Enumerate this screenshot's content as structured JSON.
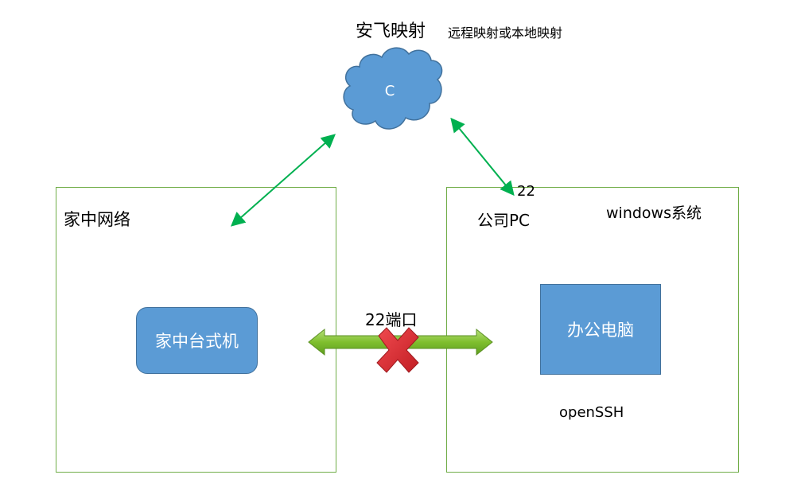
{
  "title": {
    "main": "安飞映射",
    "sub": "远程映射或本地映射"
  },
  "cloud": {
    "label": "C"
  },
  "home": {
    "region_label": "家中网络",
    "node_label": "家中台式机"
  },
  "office": {
    "region_label": "公司PC",
    "os_label": "windows系统",
    "node_label": "办公电脑",
    "service_label": "openSSH"
  },
  "ports": {
    "office_cloud_port": "22",
    "direct_port": "22端口"
  },
  "colors": {
    "node_fill": "#5b9bd5",
    "node_border": "#41719c",
    "region_border": "#70ad47",
    "connector_arrow": "#00b050",
    "blocked_arrow_fill": "#8cc63f",
    "blocked_cross": "#e0272e"
  }
}
